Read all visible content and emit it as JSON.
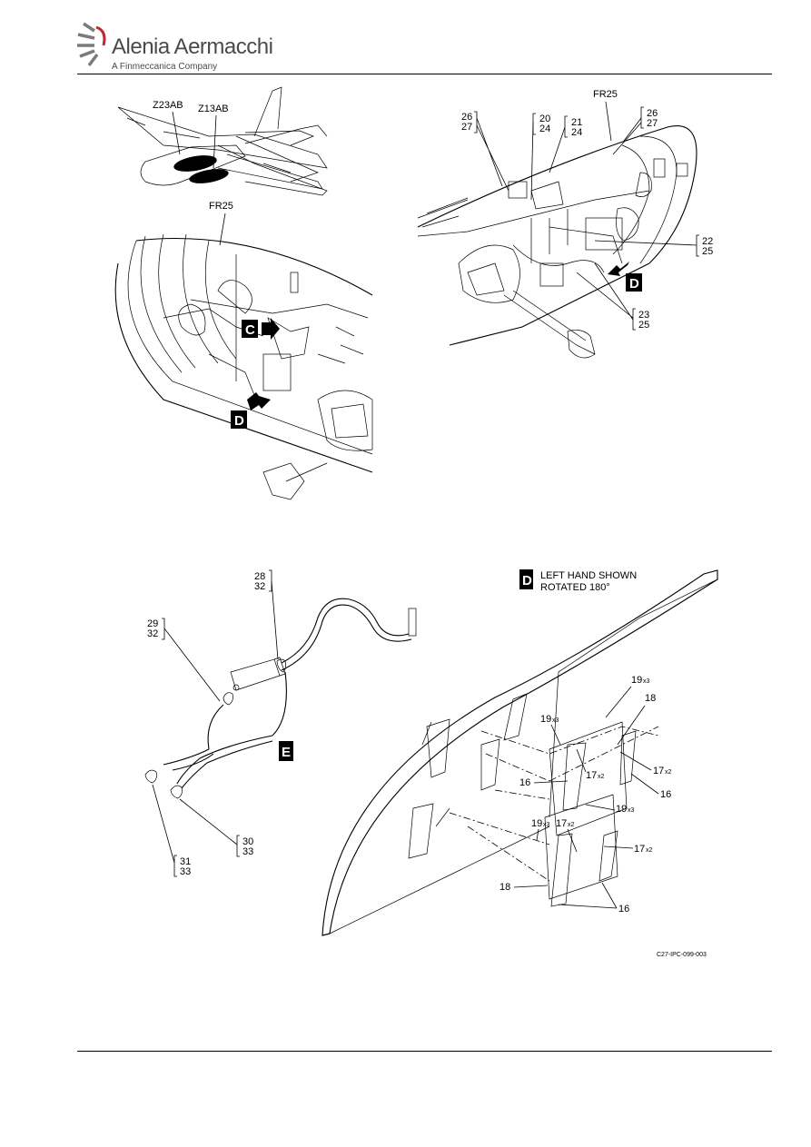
{
  "header": {
    "brand_name": "Alenia Aermacchi",
    "brand_sub": "A Finmeccanica Company"
  },
  "view_top_left": {
    "zone_labels": [
      "Z23AB",
      "Z13AB"
    ],
    "frame_label": "FR25",
    "callouts": [
      "C",
      "D"
    ]
  },
  "view_top_right": {
    "frame_label": "FR25",
    "refs": {
      "r1": [
        "26",
        "27"
      ],
      "r2": [
        "20",
        "24"
      ],
      "r3": [
        "21",
        "24"
      ],
      "r4": [
        "26",
        "27"
      ],
      "r5": [
        "22",
        "25"
      ],
      "r6": [
        "23",
        "25"
      ]
    },
    "callout": "D"
  },
  "view_e": {
    "callout": "E",
    "refs": {
      "r1": [
        "28",
        "32"
      ],
      "r2": [
        "29",
        "32"
      ],
      "r3": [
        "30",
        "33"
      ],
      "r4": [
        "31",
        "33"
      ]
    }
  },
  "view_d": {
    "callout": "D",
    "title_line1": "LEFT HAND SHOWN",
    "title_line2": "ROTATED 180°",
    "items": {
      "i19a": "19",
      "i19a_q": "x3",
      "i18a": "18",
      "i19b": "19",
      "i19b_q": "x3",
      "i17a": "17",
      "i17a_q": "x2",
      "i17b": "17",
      "i17b_q": "x2",
      "i16a": "16",
      "i16b": "16",
      "i19c": "19",
      "i19c_q": "x3",
      "i19d": "19",
      "i19d_q": "x3",
      "i17c": "17",
      "i17c_q": "x2",
      "i17d": "17",
      "i17d_q": "x2",
      "i18b": "18",
      "i16c": "16"
    }
  },
  "figure_ref": "C27-IPC-099-003"
}
